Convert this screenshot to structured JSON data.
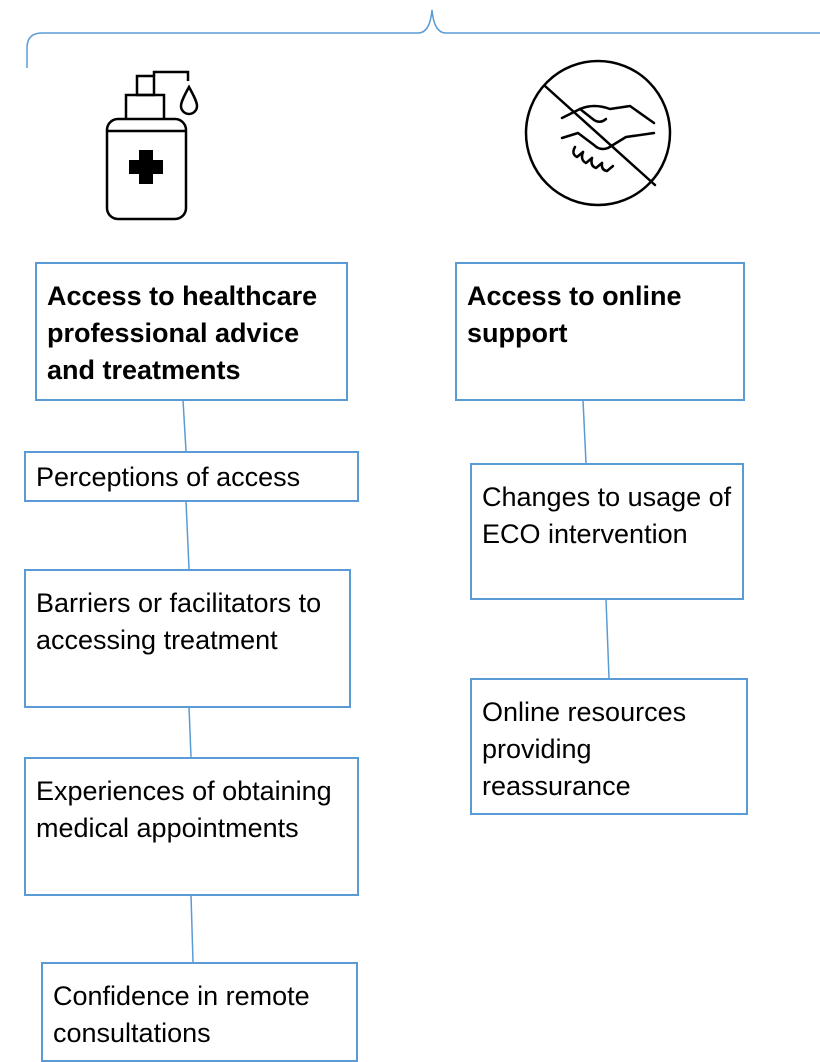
{
  "colors": {
    "line": "#5b9bd5",
    "icon": "#000000",
    "text": "#000000"
  },
  "icons": [
    "sanitizer-bottle-icon",
    "no-handshake-icon"
  ],
  "left_column": {
    "header": "Access to healthcare professional advice and treatments",
    "items": [
      "Perceptions of access",
      "Barriers or facilitators to accessing treatment",
      "Experiences of obtaining medical appointments",
      "Confidence in remote consultations"
    ]
  },
  "right_column": {
    "header": "Access to online support",
    "items": [
      "Changes to usage of ECO intervention",
      "Online resources providing reassurance"
    ]
  }
}
